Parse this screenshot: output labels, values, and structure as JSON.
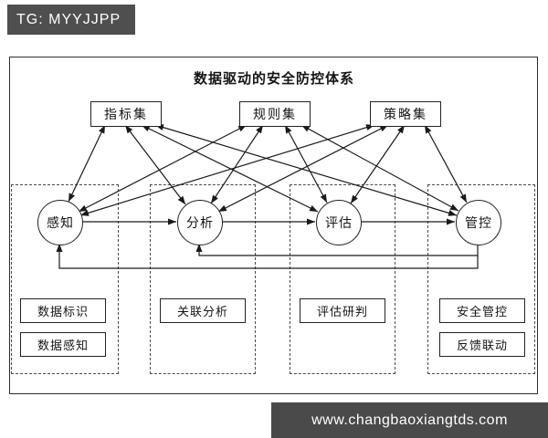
{
  "watermark": {
    "tg_badge": "TG: MYYJJPP",
    "site_bar": "www.changbaoxiangtds.com"
  },
  "colors": {
    "watermark_bg": "#4f4f4f",
    "line": "#1a1a1a",
    "border": "#222222"
  },
  "diagram": {
    "title": "数据驱动的安全防控体系",
    "top_boxes": [
      {
        "label": "指标集"
      },
      {
        "label": "规则集"
      },
      {
        "label": "策略集"
      }
    ],
    "stages": [
      {
        "label": "感知",
        "sub_boxes": [
          "数据标识",
          "数据感知"
        ]
      },
      {
        "label": "分析",
        "sub_boxes": [
          "关联分析"
        ]
      },
      {
        "label": "评估",
        "sub_boxes": [
          "评估研判"
        ]
      },
      {
        "label": "管控",
        "sub_boxes": [
          "安全管控",
          "反馈联动"
        ]
      }
    ]
  }
}
